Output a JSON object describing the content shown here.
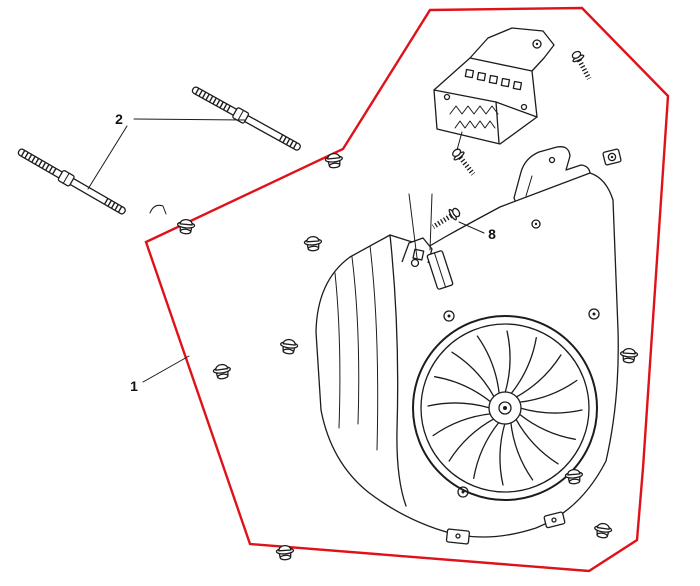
{
  "figure": {
    "kind": "exploded-parts-diagram",
    "background": "#ffffff",
    "colors": {
      "outline": "#e01219",
      "line": "#1c1c1c",
      "label": "#111111"
    },
    "labels": {
      "part_1": "1",
      "part_2": "2",
      "part_8": "8"
    }
  }
}
